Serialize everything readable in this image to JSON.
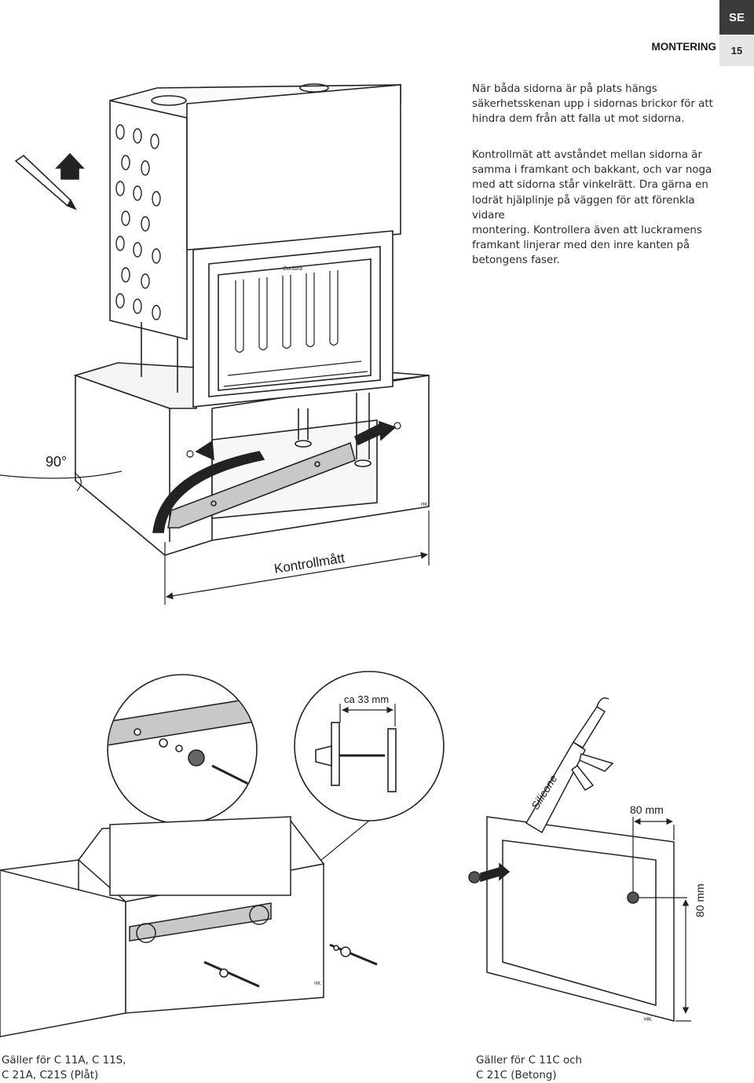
{
  "header": {
    "language_tab": "SE",
    "section_title": "MONTERING",
    "page_number": "15"
  },
  "text": {
    "para1_lines": [
      "När båda sidorna är på plats hängs",
      "säkerhetsskenan upp i sidornas brickor för att",
      "hindra dem från att falla ut mot sidorna."
    ],
    "para2_lines": [
      "Kontrollmät att avståndet mellan sidorna är",
      "samma i framkant och bakkant, och var noga",
      "med att sidorna står vinkelrätt. Dra gärna en",
      "lodrät hjälplinje på väggen för att förenkla vidare",
      "montering. Kontrollera även att luckramens",
      "framkant linjerar med den inre kanten på",
      "betongens faser."
    ]
  },
  "figure_labels": {
    "angle": "90°",
    "measure": "Kontrollmått",
    "door_brand": "Contura",
    "distance": "ca 33 mm",
    "offset_horizontal": "80 mm",
    "offset_vertical": "80 mm",
    "sealant": "Silicone",
    "signature_top": "HK",
    "signature_left": "HK",
    "signature_right": "HK"
  },
  "captions": {
    "left_lines": [
      "Gäller för C 11A, C 11S,",
      "C 21A, C21S (Plåt)"
    ],
    "right_lines": [
      "Gäller för C 11C och",
      "C 21C (Betong)"
    ]
  }
}
